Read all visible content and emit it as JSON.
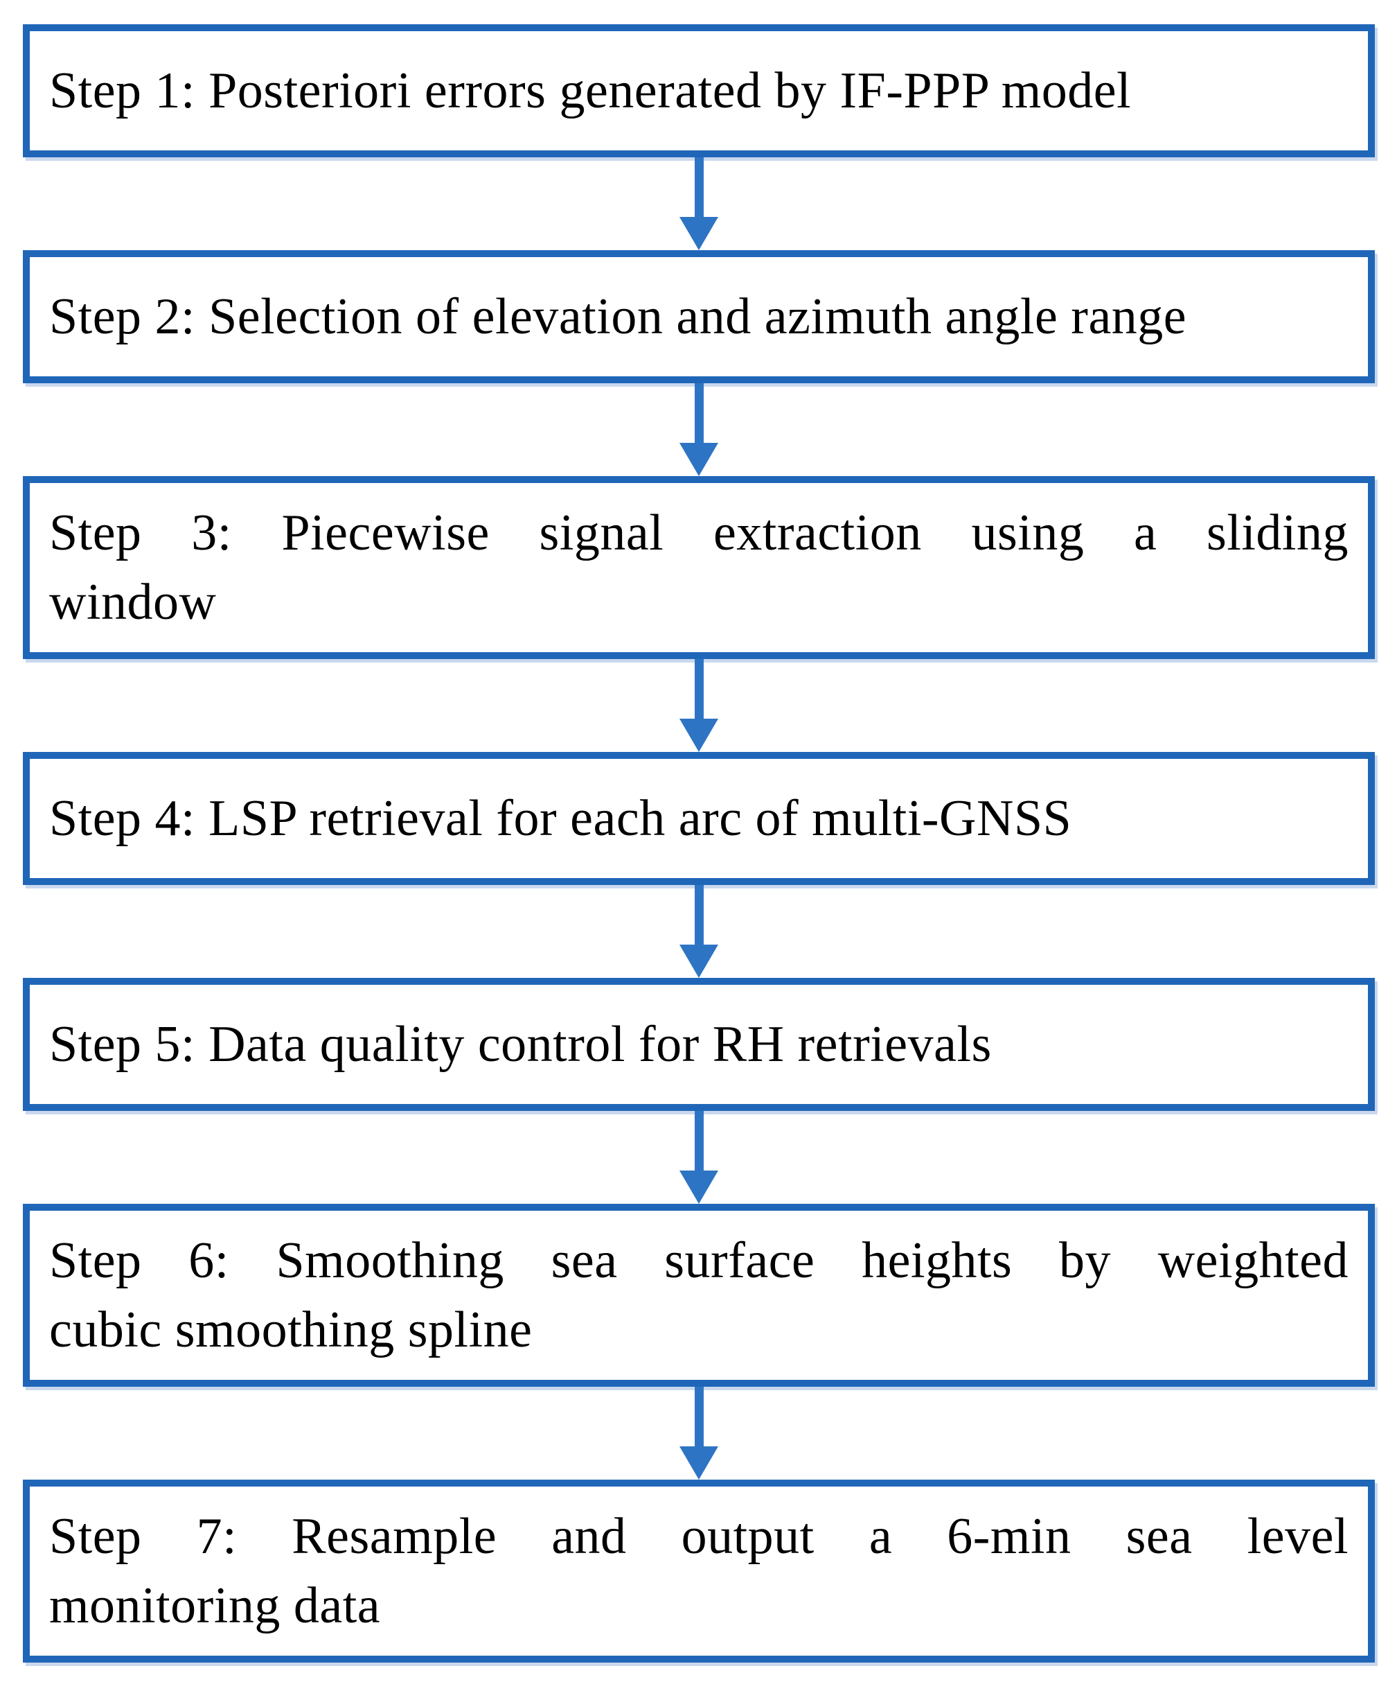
{
  "diagram": {
    "type": "flowchart",
    "direction": "top-down",
    "colors": {
      "box_border": "#2066b8",
      "arrow": "#2e74c4",
      "text": "#000000",
      "background": "#ffffff"
    },
    "steps": [
      {
        "label": "Step 1: Posteriori errors generated by IF-PPP model",
        "lines": [
          "Step 1: Posteriori errors generated by IF-PPP model"
        ]
      },
      {
        "label": "Step 2: Selection of elevation and azimuth angle range",
        "lines": [
          "Step 2: Selection of elevation and azimuth angle range"
        ]
      },
      {
        "label": "Step 3: Piecewise signal extraction using a sliding window",
        "lines": [
          "Step 3: Piecewise signal extraction using a sliding",
          "window"
        ]
      },
      {
        "label": "Step 4: LSP retrieval for each arc of multi-GNSS",
        "lines": [
          "Step 4: LSP retrieval for each arc of multi-GNSS"
        ]
      },
      {
        "label": "Step 5: Data quality control for RH retrievals",
        "lines": [
          "Step 5: Data quality control for RH retrievals"
        ]
      },
      {
        "label": "Step 6: Smoothing sea surface heights by weighted cubic smoothing spline",
        "lines": [
          "Step 6: Smoothing sea surface heights by weighted",
          "cubic smoothing spline"
        ]
      },
      {
        "label": "Step 7: Resample and output a 6-min sea level monitoring data",
        "lines": [
          "Step 7: Resample and output a 6-min sea level",
          "monitoring data"
        ]
      }
    ]
  }
}
